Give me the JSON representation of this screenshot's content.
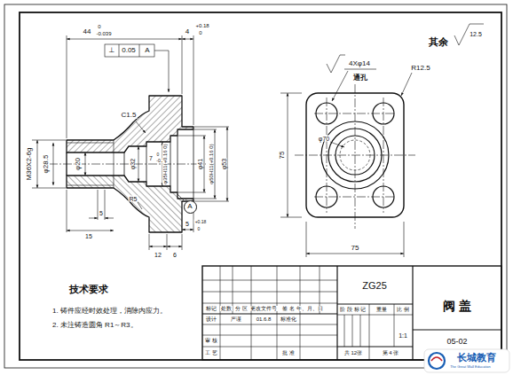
{
  "diagram": {
    "nodes": [
      {
        "text": [
          "A"
        ]
      }
    ],
    "labels": [
      "44",
      "0",
      "-0.039",
      "4",
      "+0.18",
      "0",
      "⊥",
      "0.05",
      "A",
      "C1.5",
      "M36X2-6g",
      "φ28.5",
      "φ20",
      "φ32",
      "7",
      "0",
      "-0.22",
      "φ35H11(+0.16 0)",
      "φ41",
      "φ50H11(+0.16 0)",
      "φ53",
      "R5",
      "5",
      "15",
      "12",
      "6",
      "5",
      "+0.18",
      "0",
      "4Xφ14",
      "通孔",
      "R12.5",
      "φ70",
      "75",
      "75",
      "其余",
      "12.5",
      "技术要求",
      "1. 铸件应经时效处理，消除内应力。",
      "2. 未注铸造圆角 R1～R3。",
      "ZG25",
      "阀 盖",
      "标记",
      "处数",
      "分 区",
      "更改文件号",
      "签 名",
      "年、月、日",
      "设计",
      "严谨",
      "01.6.8",
      "标准化",
      "审 核",
      "工 艺",
      "批 准",
      "阶 段 标 记",
      "重量",
      "比 例",
      "1:1",
      "共 12张",
      "第 4 张",
      "05-02",
      "长城教育",
      "The Great Wall Education"
    ]
  }
}
